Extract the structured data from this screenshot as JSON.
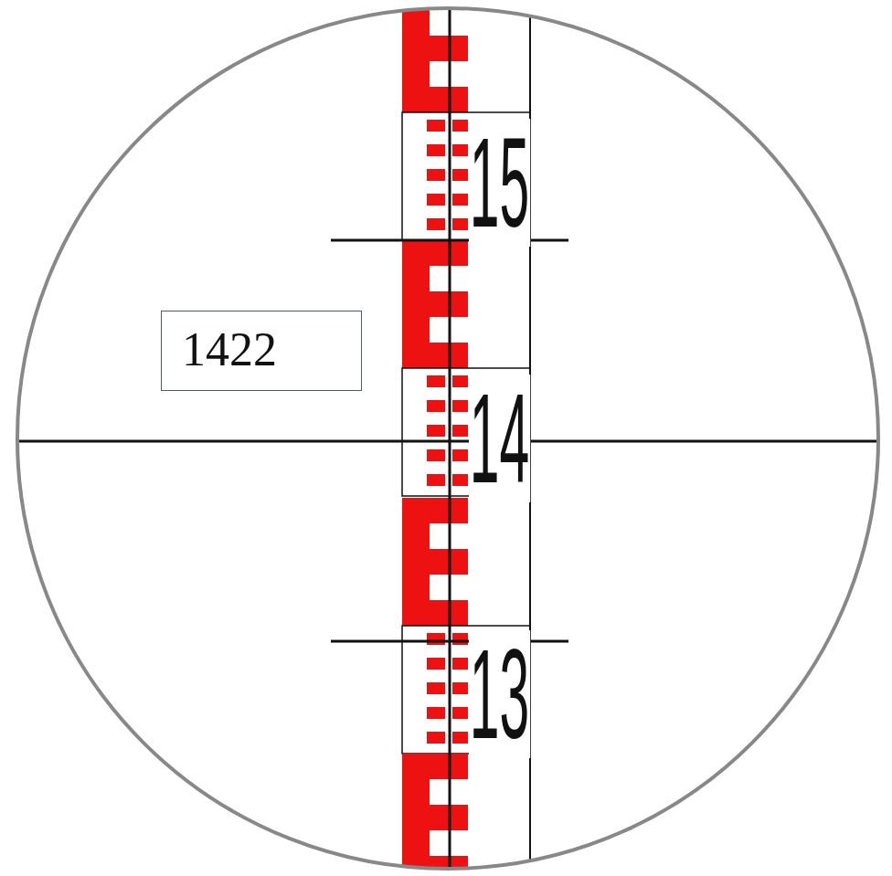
{
  "diagram": {
    "nodes": [
      {
        "text": [
          "1422"
        ]
      }
    ],
    "labels": [
      "15",
      "14",
      "13"
    ]
  }
}
